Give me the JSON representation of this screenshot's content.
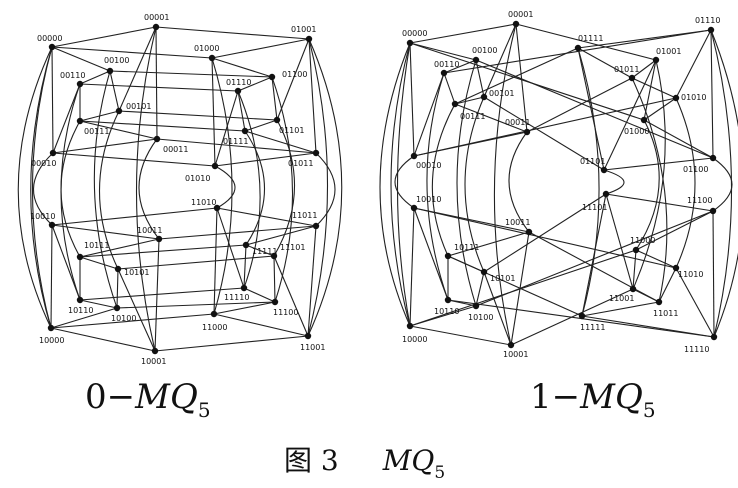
{
  "left_graph": {
    "title": {
      "prefix": "0",
      "dash": "−",
      "symbol": "MQ",
      "subscript": "5"
    },
    "vertices": [
      "00000",
      "00001",
      "01000",
      "01001",
      "00100",
      "00110",
      "00101",
      "00111",
      "00011",
      "00010",
      "01110",
      "01100",
      "01111",
      "01101",
      "01011",
      "01010",
      "11010",
      "10010",
      "10011",
      "10111",
      "11011",
      "11111",
      "11101",
      "10101",
      "10110",
      "10100",
      "11110",
      "11100",
      "11000",
      "10000",
      "10001",
      "11001"
    ]
  },
  "right_graph": {
    "title": {
      "prefix": "1",
      "dash": "−",
      "symbol": "MQ",
      "subscript": "5"
    },
    "vertices": [
      "00000",
      "00001",
      "01111",
      "01110",
      "00100",
      "00110",
      "00101",
      "00111",
      "00011",
      "00010",
      "01001",
      "01011",
      "01010",
      "01000",
      "01101",
      "01100",
      "11101",
      "11100",
      "10010",
      "10011",
      "10111",
      "11000",
      "10101",
      "10110",
      "10100",
      "11010",
      "11001",
      "11011",
      "11111",
      "10000",
      "10001",
      "11110"
    ]
  },
  "caption": {
    "figure": "图 3",
    "symbol": "MQ",
    "subscript": "5"
  }
}
